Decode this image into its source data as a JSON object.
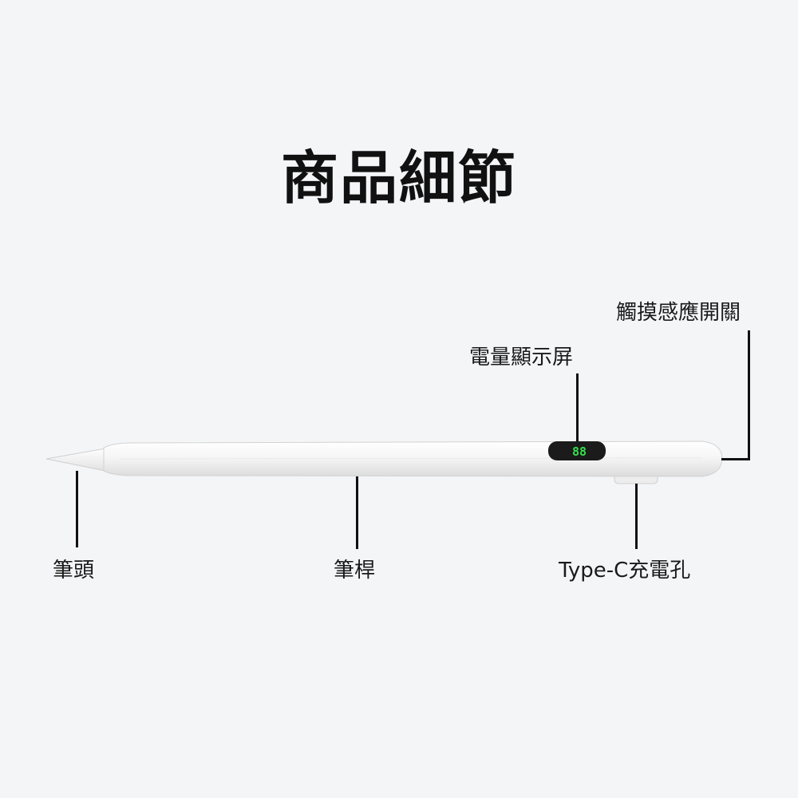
{
  "title": "商品細節",
  "display_readout": "88",
  "labels": {
    "touch_switch": "觸摸感應開關",
    "battery_display": "電量顯示屏",
    "pen_tip": "筆頭",
    "pen_body": "筆桿",
    "charging_port": "Type-C充電孔"
  },
  "colors": {
    "background": "#f4f5f7",
    "display_digits": "#35e04a",
    "leader_lines": "#111111"
  }
}
